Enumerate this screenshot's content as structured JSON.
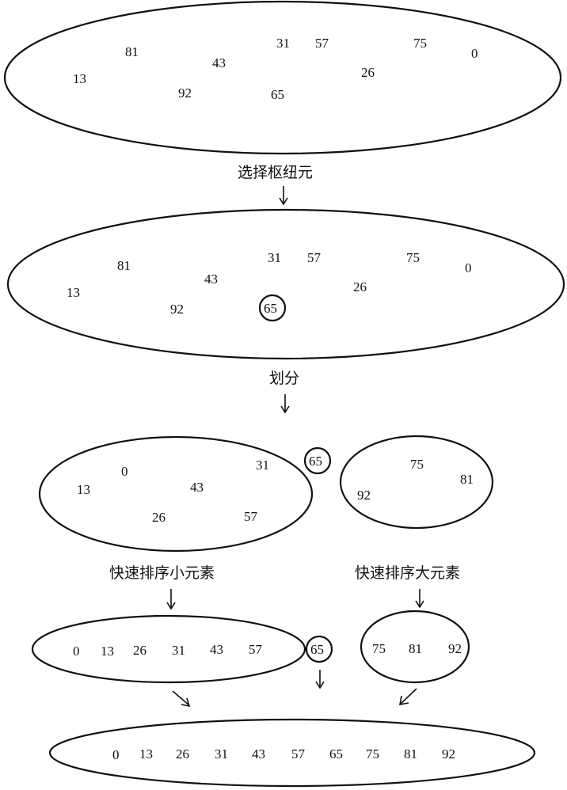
{
  "stage1": {
    "numbers": [
      "81",
      "31",
      "57",
      "75",
      "0",
      "13",
      "43",
      "26",
      "92",
      "65"
    ]
  },
  "labels": {
    "select_pivot": "选择枢纽元",
    "partition": "划分",
    "quicksort_small": "快速排序小元素",
    "quicksort_large": "快速排序大元素"
  },
  "stage2": {
    "numbers": [
      "81",
      "31",
      "57",
      "75",
      "0",
      "13",
      "43",
      "26",
      "92"
    ],
    "pivot": "65"
  },
  "stage3": {
    "left_numbers": [
      "0",
      "31",
      "13",
      "43",
      "26",
      "57"
    ],
    "pivot": "65",
    "right_numbers": [
      "75",
      "81",
      "92"
    ]
  },
  "stage4": {
    "left_sorted": [
      "0",
      "13",
      "26",
      "31",
      "43",
      "57"
    ],
    "pivot": "65",
    "right_sorted": [
      "75",
      "81",
      "92"
    ]
  },
  "stage5": {
    "result": [
      "0",
      "13",
      "26",
      "31",
      "43",
      "57",
      "65",
      "75",
      "81",
      "92"
    ]
  }
}
